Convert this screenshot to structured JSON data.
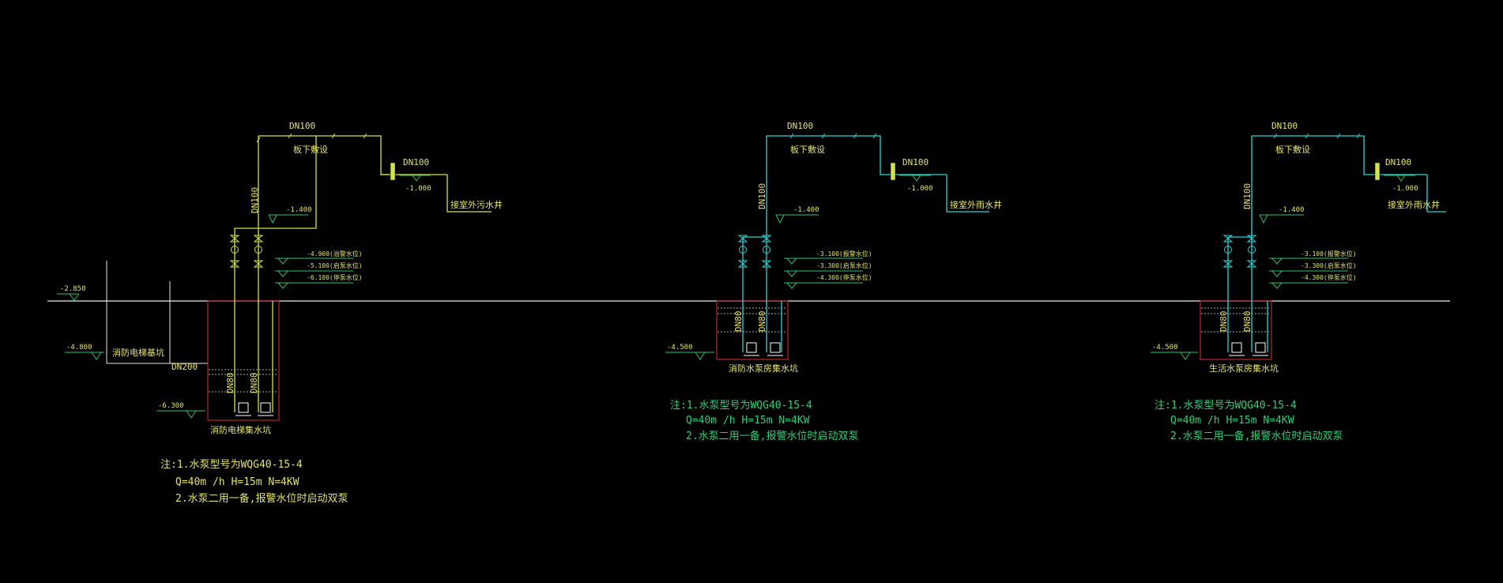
{
  "colors": {
    "background": "#000000",
    "ground": "#e8e8e8",
    "pipe_left": "#d4e34a",
    "pipe_cyan": "#2bd3d6",
    "text_yellow": "#e3e36a",
    "text_green": "#2fd07a",
    "pit_outline": "#e03030",
    "level_line": "#2fc06a",
    "label_green_line": "#22c055",
    "pump": "#ffffff"
  },
  "ground_label": "-2.850",
  "diagrams": [
    {
      "id": "fire-elevator",
      "pipe_main_label": "DN100",
      "slab_note": "板下敷设",
      "outlet_label": "DN100",
      "outlet_elev": "-1.000",
      "destination": "接室外污水井",
      "riser_label": "DN100",
      "riser_elev": "-1.400",
      "water_levels": [
        "-4.900(溢警水位)",
        "-5.100(启泵水位)",
        "-6.100(停泵水位)"
      ],
      "pump_pipe_labels": [
        "DN80",
        "DN80"
      ],
      "pit_name": "消防电梯集水坑",
      "side_pit_name": "消防电梯基坑",
      "side_pit_elev": "-4.800",
      "connection_label": "DN200",
      "bottom_elev": "-6.300",
      "notes": [
        "注:1.水泵型号为WQG40-15-4",
        "Q=40m /h H=15m N=4KW",
        "2.水泵二用一备,报警水位时启动双泵"
      ]
    },
    {
      "id": "fire-pump-room",
      "pipe_main_label": "DN100",
      "slab_note": "板下敷设",
      "outlet_label": "DN100",
      "outlet_elev": "-1.000",
      "destination": "接室外雨水井",
      "riser_label": "DN100",
      "riser_elev": "-1.400",
      "water_levels": [
        "-3.100(报警水位)",
        "-3.300(启泵水位)",
        "-4.300(停泵水位)"
      ],
      "pump_pipe_labels": [
        "DN80",
        "DN80"
      ],
      "pit_name": "消防水泵房集水坑",
      "bottom_elev": "-4.500",
      "notes": [
        "注:1.水泵型号为WQG40-15-4",
        "Q=40m /h H=15m N=4KW",
        "2.水泵二用一备,报警水位时启动双泵"
      ]
    },
    {
      "id": "domestic-pump-room",
      "pipe_main_label": "DN100",
      "slab_note": "板下敷设",
      "outlet_label": "DN100",
      "outlet_elev": "-1.000",
      "destination": "接室外雨水井",
      "riser_label": "DN100",
      "riser_elev": "-1.400",
      "water_levels": [
        "-3.100(报警水位)",
        "-3.300(启泵水位)",
        "-4.300(停泵水位)"
      ],
      "pump_pipe_labels": [
        "DN80",
        "DN80"
      ],
      "pit_name": "生活水泵房集水坑",
      "bottom_elev": "-4.500",
      "notes": [
        "注:1.水泵型号为WQG40-15-4",
        "Q=40m /h H=15m N=4KW",
        "2.水泵二用一备,报警水位时启动双泵"
      ]
    }
  ]
}
